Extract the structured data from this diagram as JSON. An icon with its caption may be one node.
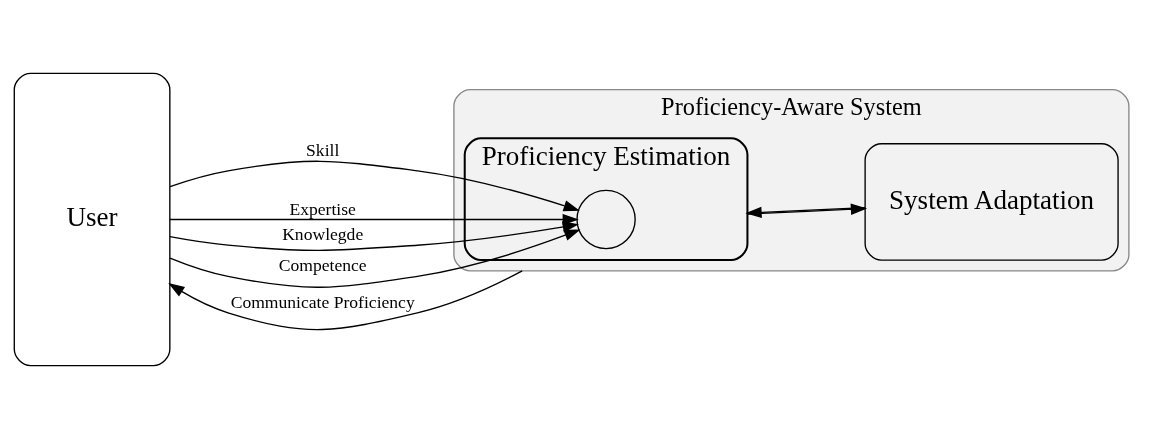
{
  "diagram": {
    "nodes": [
      {
        "text": [
          "User"
        ]
      },
      {
        "text": [
          "Proficiency-Aware System"
        ]
      },
      {
        "text": [
          "Proficiency Estimation"
        ],
        "in": 1
      },
      {
        "text": [],
        "shape": "circle",
        "in": 2
      },
      {
        "text": [
          "System Adaptation"
        ],
        "in": 1
      }
    ],
    "edges": [
      {
        "from": 0,
        "to": 3,
        "arrow": "to",
        "label": "Skill"
      },
      {
        "from": 0,
        "to": 3,
        "arrow": "to",
        "label": "Expertise"
      },
      {
        "from": 0,
        "to": 3,
        "arrow": "to",
        "label": "Knowlegde"
      },
      {
        "from": 0,
        "to": 3,
        "arrow": "to",
        "label": "Competence"
      },
      {
        "from": 2,
        "to": 4,
        "arrow": "to"
      },
      {
        "from": 4,
        "to": 2,
        "arrow": "to"
      },
      {
        "from": 1,
        "to": 0,
        "arrow": "to",
        "label": "Communicate Proficiency"
      }
    ]
  }
}
